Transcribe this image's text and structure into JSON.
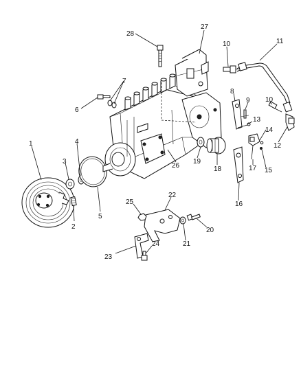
{
  "diagram": {
    "callouts": [
      {
        "id": "c1",
        "text": "1"
      },
      {
        "id": "c2",
        "text": "2"
      },
      {
        "id": "c3",
        "text": "3"
      },
      {
        "id": "c4",
        "text": "4"
      },
      {
        "id": "c5",
        "text": "5"
      },
      {
        "id": "c6",
        "text": "6"
      },
      {
        "id": "c7",
        "text": "7"
      },
      {
        "id": "c8",
        "text": "8"
      },
      {
        "id": "c9",
        "text": "9"
      },
      {
        "id": "c10a",
        "text": "10"
      },
      {
        "id": "c10b",
        "text": "10"
      },
      {
        "id": "c11",
        "text": "11"
      },
      {
        "id": "c12",
        "text": "12"
      },
      {
        "id": "c13",
        "text": "13"
      },
      {
        "id": "c14",
        "text": "14"
      },
      {
        "id": "c15",
        "text": "15"
      },
      {
        "id": "c16",
        "text": "16"
      },
      {
        "id": "c17",
        "text": "17"
      },
      {
        "id": "c18",
        "text": "18"
      },
      {
        "id": "c19",
        "text": "19"
      },
      {
        "id": "c20",
        "text": "20"
      },
      {
        "id": "c21",
        "text": "21"
      },
      {
        "id": "c22",
        "text": "22"
      },
      {
        "id": "c23",
        "text": "23"
      },
      {
        "id": "c24",
        "text": "24"
      },
      {
        "id": "c25",
        "text": "25"
      },
      {
        "id": "c26",
        "text": "26"
      },
      {
        "id": "c27",
        "text": "27"
      },
      {
        "id": "c28",
        "text": "28"
      }
    ]
  }
}
